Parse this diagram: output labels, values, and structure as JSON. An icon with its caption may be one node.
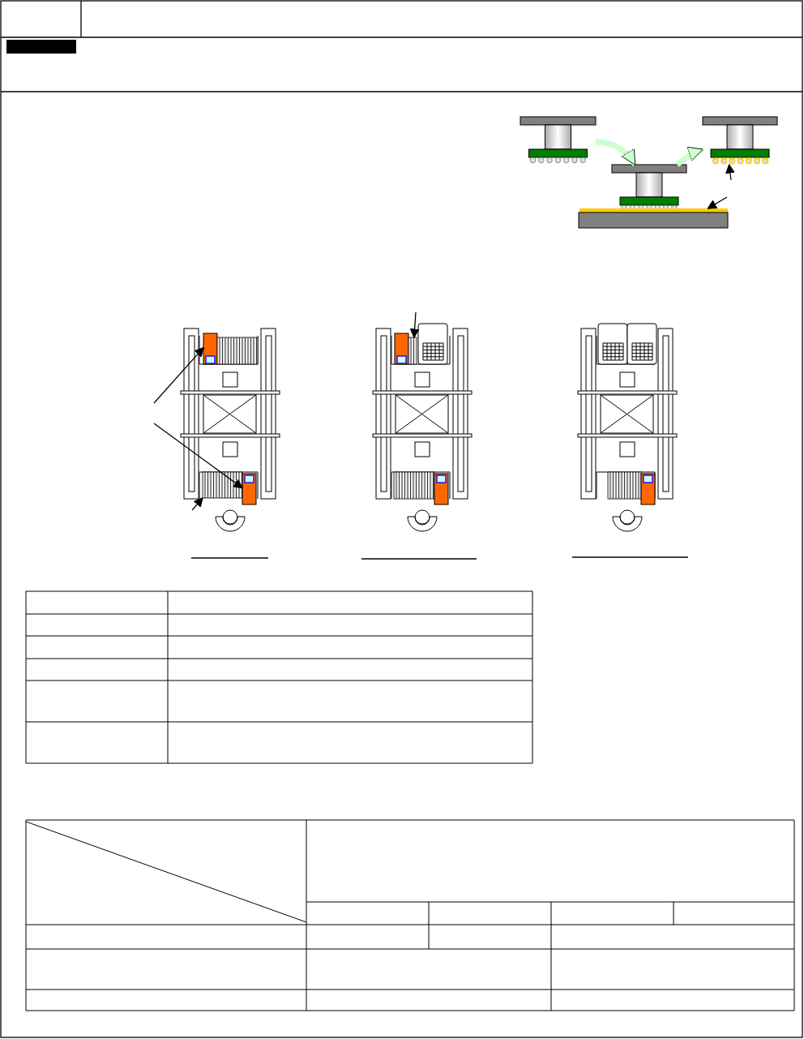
{
  "diagram": {
    "nodes": [
      {
        "text": [],
        "shape": "bar"
      },
      {
        "text": [],
        "shape": "tool"
      },
      {
        "text": [],
        "shape": "tool"
      },
      {
        "text": [],
        "shape": "circle"
      },
      {
        "text": [],
        "shape": "tool"
      },
      {
        "text": [],
        "shape": "bar"
      },
      {
        "text": [],
        "shape": "bar"
      },
      {
        "text": [],
        "shape": "box"
      },
      {
        "text": [],
        "shape": "box"
      },
      {
        "text": [],
        "shape": "box"
      },
      {
        "text": [],
        "shape": "box"
      },
      {
        "text": [],
        "shape": "box"
      },
      {
        "text": [],
        "shape": "box"
      },
      {
        "text": [],
        "shape": "box"
      },
      {
        "text": [],
        "shape": "box"
      },
      {
        "text": [],
        "shape": "box"
      },
      {
        "text": [],
        "shape": "box"
      }
    ],
    "edges": [
      {
        "from": 1,
        "to": 4,
        "arrow": "to",
        "style": "thick",
        "color": "#ccffcc"
      },
      {
        "from": 4,
        "to": 2,
        "arrow": "to",
        "style": "thick",
        "color": "#ccffcc"
      },
      {
        "from": null,
        "to": 3,
        "arrow": "to"
      },
      {
        "from": null,
        "to": 5,
        "arrow": "to"
      },
      {
        "from": null,
        "to": 7,
        "arrow": "to"
      },
      {
        "from": null,
        "to": 12,
        "arrow": "to"
      },
      {
        "from": null,
        "to": 11,
        "arrow": "to"
      },
      {
        "from": null,
        "to": 10,
        "arrow": "to"
      }
    ]
  }
}
